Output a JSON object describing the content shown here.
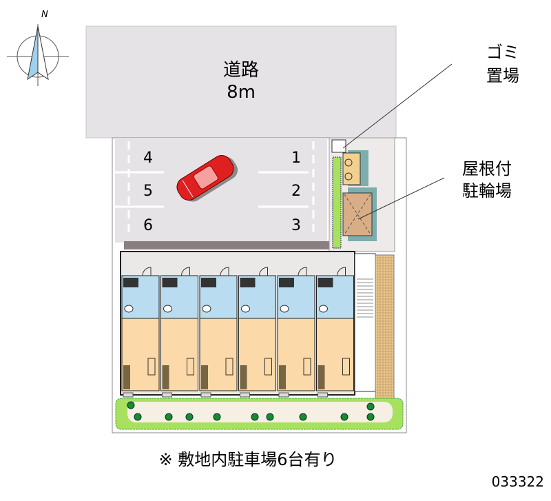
{
  "compass": {
    "north_label": "N"
  },
  "road": {
    "label": "道路",
    "width": "8m"
  },
  "parking": {
    "spaces_left": [
      "4",
      "5",
      "6"
    ],
    "spaces_right": [
      "1",
      "2",
      "3"
    ]
  },
  "callouts": {
    "garbage": {
      "line1": "ゴミ",
      "line2": "置場"
    },
    "bicycle": {
      "line1": "屋根付",
      "line2": "駐輪場"
    }
  },
  "note": "※ 敷地内駐車場6台有り",
  "property_id": "033322",
  "colors": {
    "road": "#e6e3e6",
    "room_wet": "#b9dcf0",
    "room_living": "#fbd9a8",
    "garden": "#a8e060",
    "car": "#e02020"
  }
}
